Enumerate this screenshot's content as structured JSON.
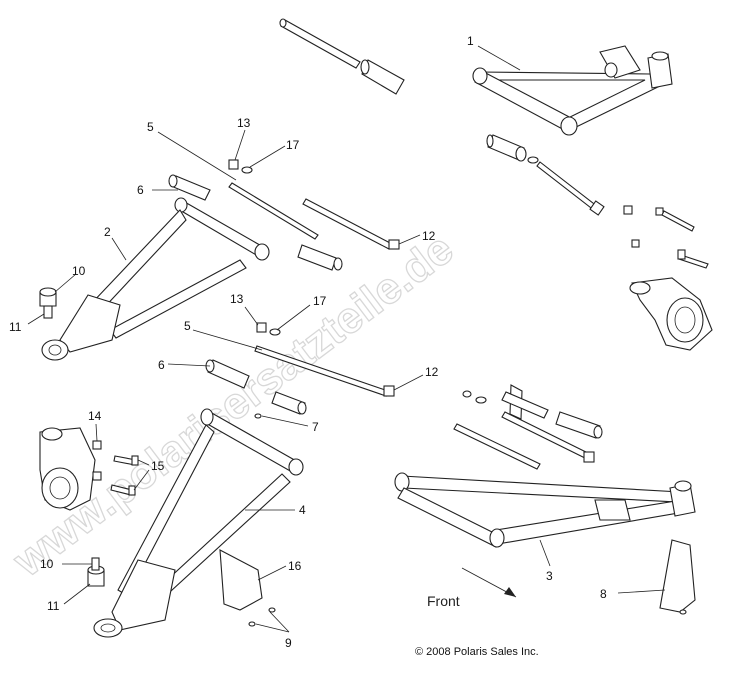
{
  "watermark": "www.polarisersatzteile.de",
  "copyright": "© 2008 Polaris Sales Inc.",
  "front_label": "Front",
  "callouts": [
    {
      "id": "c1",
      "text": "1"
    },
    {
      "id": "c5a",
      "text": "5"
    },
    {
      "id": "c13a",
      "text": "13"
    },
    {
      "id": "c17a",
      "text": "17"
    },
    {
      "id": "c6a",
      "text": "6"
    },
    {
      "id": "c2",
      "text": "2"
    },
    {
      "id": "c12a",
      "text": "12"
    },
    {
      "id": "c10a",
      "text": "10"
    },
    {
      "id": "c11a",
      "text": "11"
    },
    {
      "id": "c13b",
      "text": "13"
    },
    {
      "id": "c17b",
      "text": "17"
    },
    {
      "id": "c5b",
      "text": "5"
    },
    {
      "id": "c6b",
      "text": "6"
    },
    {
      "id": "c12b",
      "text": "12"
    },
    {
      "id": "c7",
      "text": "7"
    },
    {
      "id": "c14",
      "text": "14"
    },
    {
      "id": "c15",
      "text": "15"
    },
    {
      "id": "c4",
      "text": "4"
    },
    {
      "id": "c3",
      "text": "3"
    },
    {
      "id": "c10b",
      "text": "10"
    },
    {
      "id": "c16",
      "text": "16"
    },
    {
      "id": "c11b",
      "text": "11"
    },
    {
      "id": "c8",
      "text": "8"
    },
    {
      "id": "c9",
      "text": "9"
    }
  ]
}
